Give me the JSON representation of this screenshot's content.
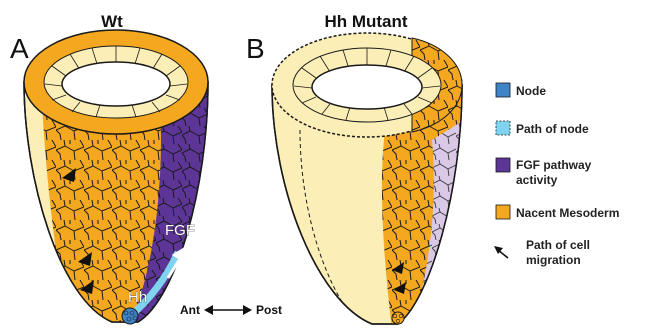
{
  "panels": {
    "a": {
      "letter": "A",
      "title": "Wt"
    },
    "b": {
      "letter": "B",
      "title": "Hh Mutant"
    }
  },
  "labels": {
    "fgf": "FGF",
    "hh": "Hh"
  },
  "axis": {
    "ant": "Ant",
    "post": "Post"
  },
  "legend": [
    {
      "label": "Node",
      "line2": "",
      "color": "#3f84c6",
      "kind": "swatch"
    },
    {
      "label": "Path of node",
      "line2": "",
      "color": "#7fd3ee",
      "kind": "swatch"
    },
    {
      "label": "FGF pathway",
      "line2": "activity",
      "color": "#5c3596",
      "kind": "swatch"
    },
    {
      "label": "Nacent Mesoderm",
      "line2": "",
      "color": "#f3a81f",
      "kind": "swatch"
    },
    {
      "label": "Path of cell",
      "line2": "migration",
      "color": "#111111",
      "kind": "arrow"
    }
  ],
  "colors": {
    "ectoderm": "#fbefb7",
    "mesoderm": "#f3a81f",
    "fgf": "#5c3596",
    "fgf_weak": "#d9c8e6",
    "node": "#3f84c6",
    "node_path": "#7fd3ee",
    "outline": "#1a1a1a"
  }
}
